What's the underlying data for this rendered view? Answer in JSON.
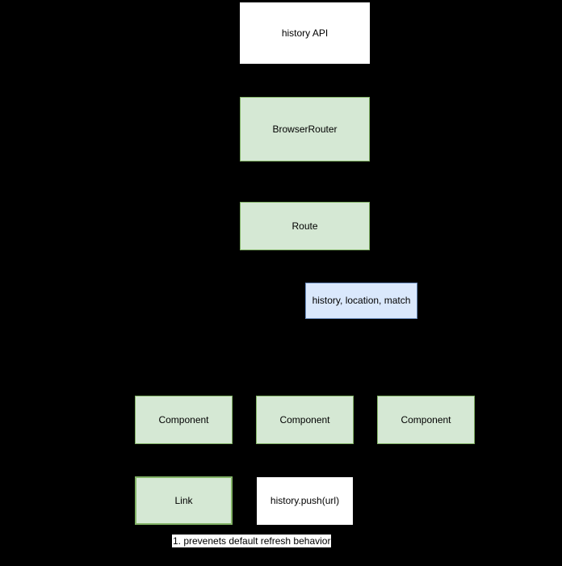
{
  "diagram": {
    "background_color": "#000000",
    "colors": {
      "white_fill": "#ffffff",
      "green_fill": "#d5e8d4",
      "green_border": "#82b366",
      "blue_fill": "#dae8fc",
      "blue_border": "#6c8ebf",
      "text": "#000000"
    },
    "nodes": [
      {
        "id": "history-api",
        "label": "history API",
        "variant": "white"
      },
      {
        "id": "browser-router",
        "label": "BrowserRouter",
        "variant": "green"
      },
      {
        "id": "route",
        "label": "Route",
        "variant": "green"
      },
      {
        "id": "props",
        "label": "history, location, match",
        "variant": "blue"
      },
      {
        "id": "component-1",
        "label": "Component",
        "variant": "green"
      },
      {
        "id": "component-2",
        "label": "Component",
        "variant": "green"
      },
      {
        "id": "component-3",
        "label": "Component",
        "variant": "green"
      },
      {
        "id": "link",
        "label": "Link",
        "variant": "green"
      },
      {
        "id": "history-push",
        "label": "history.push(url)",
        "variant": "white"
      }
    ],
    "note": {
      "text": "1. prevenets default refresh behavior"
    }
  }
}
